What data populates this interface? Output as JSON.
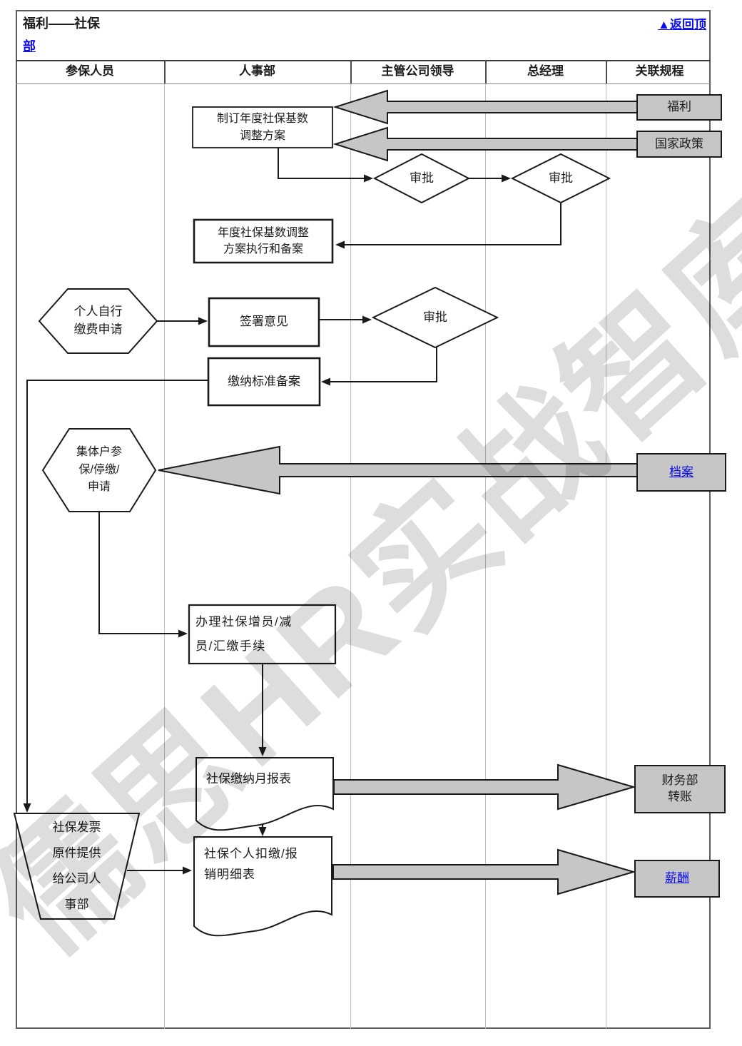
{
  "title": {
    "line1": "福利——社保",
    "link_line": "部",
    "back_to_top": "▲返回顶"
  },
  "columns": [
    {
      "label": "参保人员"
    },
    {
      "label": "人事部"
    },
    {
      "label": "主管公司领导"
    },
    {
      "label": "总经理"
    },
    {
      "label": "关联规程"
    }
  ],
  "nodes": {
    "plan": {
      "label": "制订年度社保基数\n调整方案"
    },
    "approve_leader": {
      "label": "审批"
    },
    "approve_gm": {
      "label": "审批"
    },
    "record": {
      "label": "年度社保基数调整\n方案执行和备案"
    },
    "personal_apply": {
      "label": "个人自行\n缴费申请"
    },
    "sign": {
      "label": "签署意见"
    },
    "approve_personal": {
      "label": "审批"
    },
    "standard_record": {
      "label": "缴纳标准备案"
    },
    "group_apply": {
      "label": "集体户参\n保/停缴/\n申请"
    },
    "handle": {
      "label": "办理社保增员/减\n员/汇缴手续"
    },
    "monthly_report": {
      "label": "社保缴纳月报表"
    },
    "detail_report": {
      "label": "社保个人扣缴/报\n销明细表"
    },
    "invoice": {
      "label": "社保发票\n原件提供\n给公司人\n事部"
    }
  },
  "references": {
    "welfare": {
      "label": "福利"
    },
    "national_policy": {
      "label": "国家政策"
    },
    "archive": {
      "label": "档案"
    },
    "finance": {
      "label": "财务部\n转账"
    },
    "salary": {
      "label": "薪酬"
    }
  },
  "watermark": {
    "text": "儒思HR实战智库"
  },
  "colors": {
    "link_blue": "#0b0bef",
    "shape_gray": "#c6c6c6",
    "line_black": "#1a1a1a",
    "grid_gray": "#bdbdbd"
  }
}
